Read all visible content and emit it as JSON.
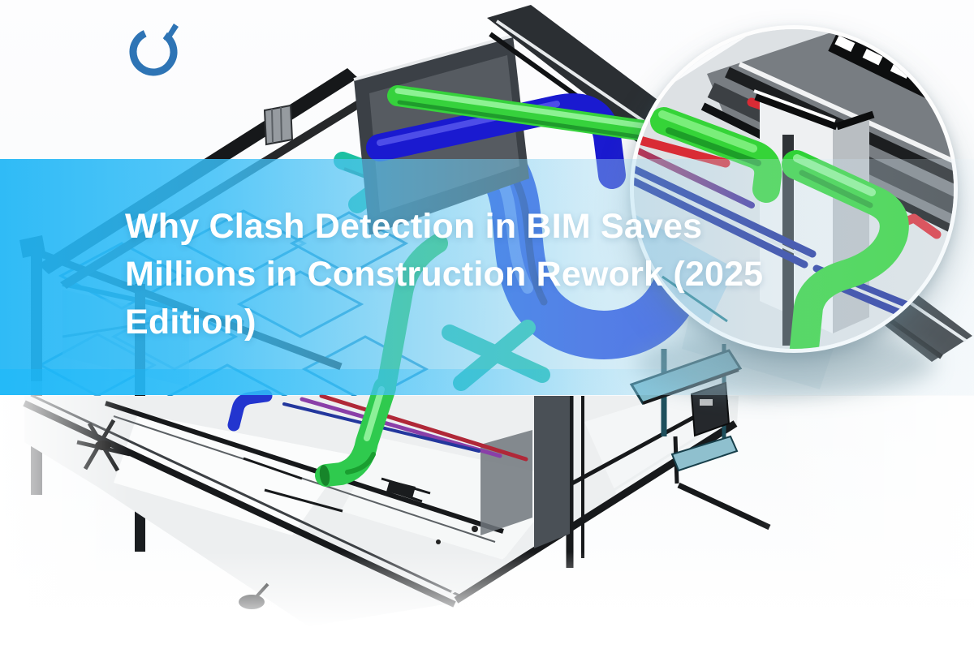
{
  "meta": {
    "description": "Blog hero banner: isometric 3D BIM building model with MEP ducts, a circular magnifier showing a pipe clash, and a translucent cyan title band"
  },
  "logo": {
    "name": "ring-brand-mark",
    "color": "#2e74b5"
  },
  "hero": {
    "title_lines": {
      "0": "Why Clash Detection in BIM Saves",
      "1": "Millions in Construction Rework (2025",
      "2": "Edition)"
    },
    "title_color": "#ffffff",
    "banner_gradient_left": "#20b6f6",
    "banner_gradient_right": "#e4f2fa"
  },
  "illustration": {
    "subject": "isometric BIM building model with clash-detection magnifier",
    "duct_blue": "#2443df",
    "duct_green": "#2fca4e",
    "pipe_red": "#d92b35",
    "pipe_navy": "#1c2d9a",
    "pipe_purple": "#8a3fa8",
    "teal_accent": "#1cc0a2",
    "structure_dark": "#2b2f33",
    "magnifier_rim": "#ffffff"
  }
}
